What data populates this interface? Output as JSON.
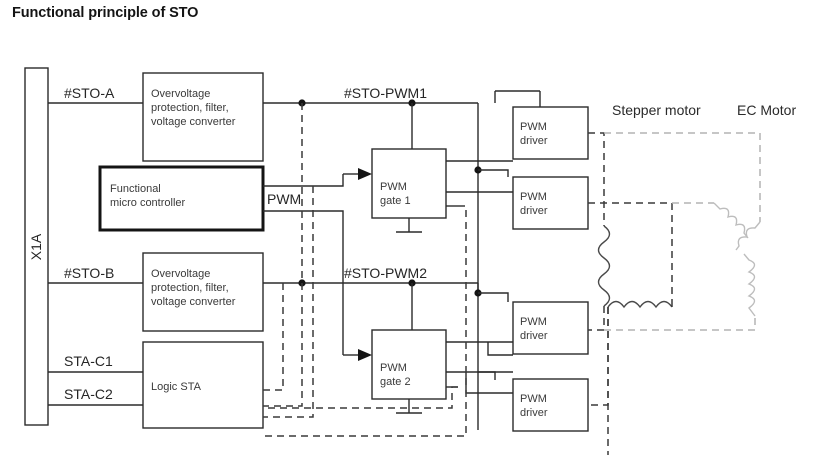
{
  "title": "Functional principle of STO",
  "connector": {
    "label": "X1A"
  },
  "signals": {
    "sto_a": "#STO-A",
    "sto_b": "#STO-B",
    "sta_c1": "STA-C1",
    "sta_c2": "STA-C2",
    "sto_pwm1": "#STO-PWM1",
    "sto_pwm2": "#STO-PWM2",
    "pwm": "PWM"
  },
  "blocks": {
    "overvoltage_a": {
      "line1": "Overvoltage",
      "line2": "protection, filter,",
      "line3": "voltage converter"
    },
    "overvoltage_b": {
      "line1": "Overvoltage",
      "line2": "protection, filter,",
      "line3": "voltage converter"
    },
    "micro": {
      "line1": "Functional",
      "line2": "micro controller"
    },
    "logic_sta": {
      "line1": "Logic STA"
    },
    "pwm_gate_1": {
      "line1": "PWM",
      "line2": "gate 1"
    },
    "pwm_gate_2": {
      "line1": "PWM",
      "line2": "gate 2"
    },
    "pwm_driver_1": {
      "line1": "PWM",
      "line2": "driver"
    },
    "pwm_driver_2": {
      "line1": "PWM",
      "line2": "driver"
    },
    "pwm_driver_3": {
      "line1": "PWM",
      "line2": "driver"
    },
    "pwm_driver_4": {
      "line1": "PWM",
      "line2": "driver"
    }
  },
  "motors": {
    "stepper": "Stepper motor",
    "ec": "EC Motor"
  },
  "colors": {
    "line": "#2b2b2b",
    "dashed_dark": "#3a3a3a",
    "dashed_light": "#b4b4b4",
    "text": "#262626",
    "background": "#ffffff"
  }
}
